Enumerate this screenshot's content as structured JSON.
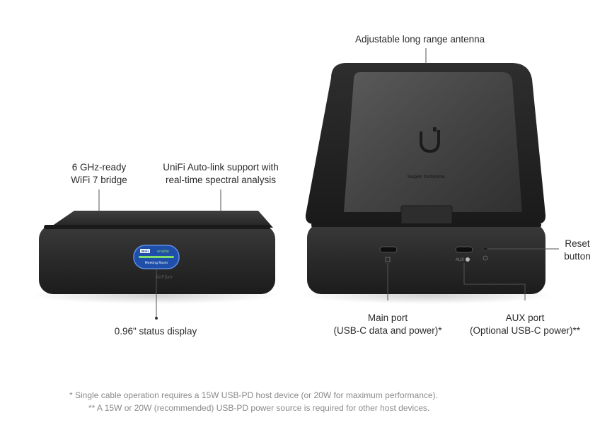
{
  "callouts": {
    "antenna": "Adjustable long range antenna",
    "wifi_line1": "6 GHz-ready",
    "wifi_line2": "WiFi 7 bridge",
    "autolink_line1": "UniFi Auto-link support with",
    "autolink_line2": "real-time spectral analysis",
    "reset_line1": "Reset",
    "reset_line2": "button",
    "status_display": "0.96\" status display",
    "main_port_line1": "Main port",
    "main_port_line2": "(USB-C data and power)*",
    "aux_port_line1": "AUX port",
    "aux_port_line2": "(Optional USB-C power)**"
  },
  "device": {
    "antenna_text": "Super Antenna",
    "brand": "AirFiber",
    "screen_tag": "WiFi",
    "screen_status": "enable",
    "screen_caption": "Meeting Room",
    "aux_label": "AUX"
  },
  "footnotes": {
    "line1": "* Single cable operation requires a 15W USB-PD host device (or 20W for maximum performance).",
    "line2": "** A 15W or 20W (recommended) USB-PD power source is required for other host devices."
  },
  "colors": {
    "device_body": "#2b2b2c",
    "status_blue": "#1f4fa8",
    "status_accent": "#7ee06a"
  }
}
